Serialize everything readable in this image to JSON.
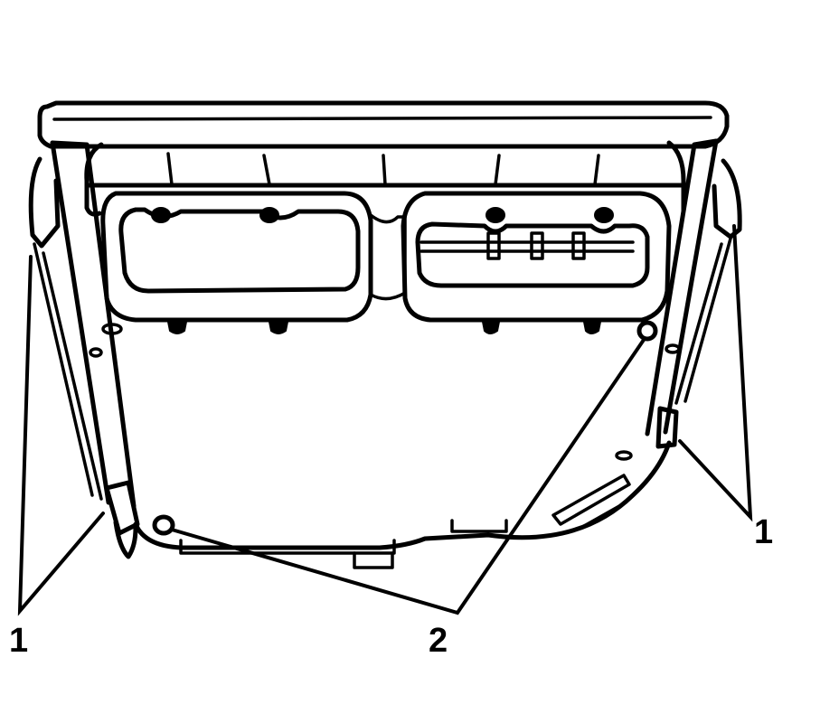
{
  "diagram": {
    "subject": "Electronic control module housing (underside view) with retaining clips and fasteners",
    "colors": {
      "line": "#000000",
      "background": "#ffffff"
    },
    "callouts": [
      {
        "id": "callout-1-left",
        "label": "1",
        "target": "left retaining clip"
      },
      {
        "id": "callout-1-right",
        "label": "1",
        "target": "right retaining clip"
      },
      {
        "id": "callout-2",
        "label": "2",
        "target": "mounting holes / fasteners"
      }
    ]
  }
}
